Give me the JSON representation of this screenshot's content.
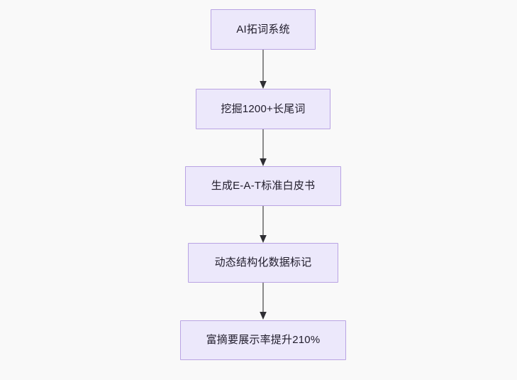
{
  "diagram": {
    "type": "flowchart",
    "orientation": "top-to-bottom",
    "background_color": "#f9f9f9",
    "node_fill_color": "#ece8fb",
    "node_border_color": "#b9a3e3",
    "node_text_color": "#201c2b",
    "edge_color": "#7f7f7f",
    "arrowhead_color": "#2e2e33",
    "nodes": [
      {
        "id": "n1",
        "label": "AI拓词系统"
      },
      {
        "id": "n2",
        "label": "挖掘1200+长尾词"
      },
      {
        "id": "n3",
        "label": "生成E-A-T标准白皮书"
      },
      {
        "id": "n4",
        "label": "动态结构化数据标记"
      },
      {
        "id": "n5",
        "label": "富摘要展示率提升210%"
      }
    ],
    "edges": [
      {
        "id": "e1",
        "from": "n1",
        "to": "n2",
        "label": ""
      },
      {
        "id": "e2",
        "from": "n2",
        "to": "n3",
        "label": ""
      },
      {
        "id": "e3",
        "from": "n3",
        "to": "n4",
        "label": ""
      },
      {
        "id": "e4",
        "from": "n4",
        "to": "n5",
        "label": ""
      }
    ]
  }
}
